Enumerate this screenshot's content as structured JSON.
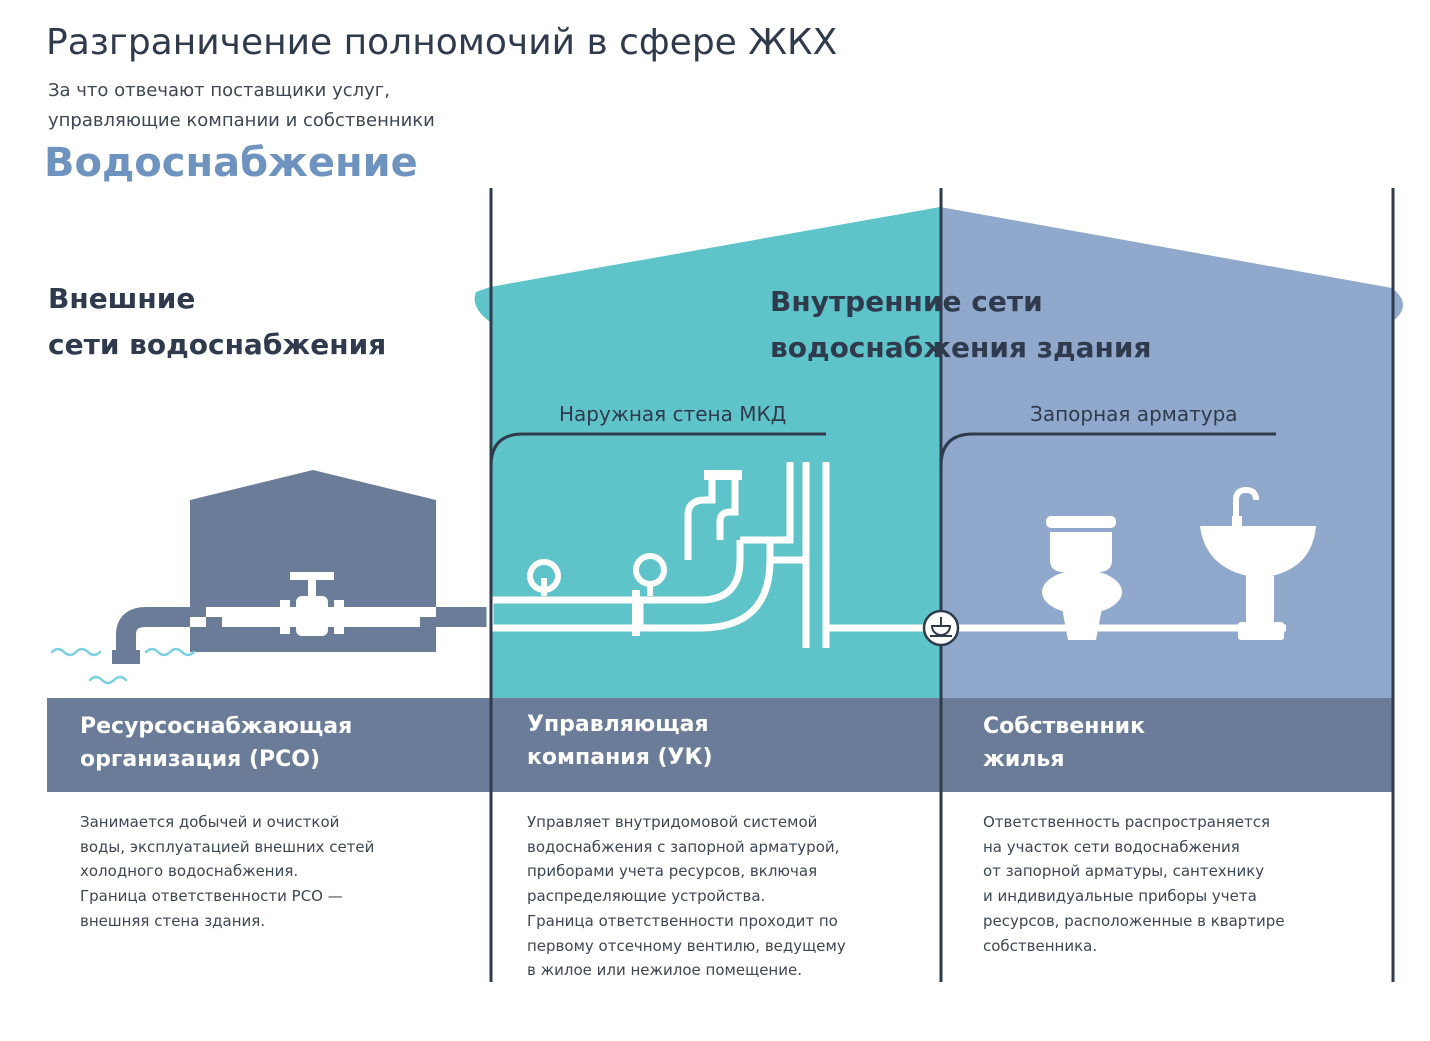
{
  "header": {
    "title": "Разграничение полномочий в сфере ЖКХ",
    "subtitle_line1": "За что отвечают поставщики услуг,",
    "subtitle_line2": "управляющие компании и собственники",
    "section": "Водоснабжение"
  },
  "zones": {
    "external": {
      "line1": "Внешние",
      "line2": "сети водоснабжения"
    },
    "internal": {
      "line1": "Внутренние сети",
      "line2": "водоснабжения здания"
    }
  },
  "markers": {
    "outer_wall": "Наружная стена МКД",
    "shutoff": "Запорная арматура"
  },
  "columns": [
    {
      "band_line1": "Ресурсоснабжающая",
      "band_line2": "организация (РСО)",
      "desc": [
        "Занимается добычей и очисткой",
        "воды, эксплуатацией внешних сетей",
        "холодного водоснабжения.",
        "Граница ответственности РСО —",
        "внешняя стена здания."
      ]
    },
    {
      "band_line1": "Управляющая",
      "band_line2": "компания (УК)",
      "desc": [
        "Управляет внутридомовой системой",
        "водоснабжения с запорной арматурой,",
        "приборами учета ресурсов, включая",
        "распределяющие устройства.",
        "Граница ответственности проходит по",
        "первому отсечному вентилю, ведущему",
        "в жилое или нежилое помещение."
      ]
    },
    {
      "band_line1": "Собственник",
      "band_line2": "жилья",
      "desc": [
        "Ответственность распространяется",
        "на участок сети водоснабжения",
        "от запорной арматуры, сантехнику",
        "и индивидуальные приборы учета",
        "ресурсов, расположенные в квартире",
        "собственника."
      ]
    }
  ],
  "colors": {
    "slate": "#6a7c97",
    "teal": "#5fc4ca",
    "lavender": "#91a8cd",
    "water": "#7dd0de",
    "ink": "#2f3b4c"
  }
}
